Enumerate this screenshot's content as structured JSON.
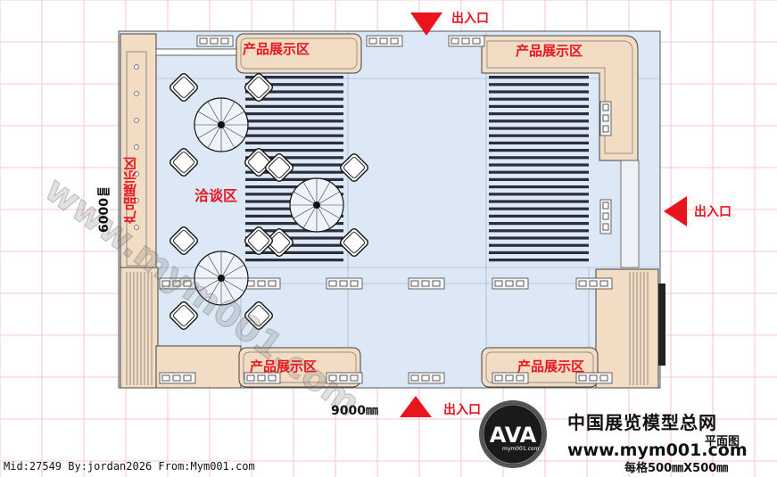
{
  "zones": {
    "display_top_left": "产品展示区",
    "display_top_right": "产品展示区",
    "display_left": "产品展示区",
    "display_bottom_left": "产品展示区",
    "display_bottom_right": "产品展示区",
    "negotiation": "洽谈区"
  },
  "entrances": {
    "top": "出入口",
    "right": "出入口",
    "bottom": "出入口"
  },
  "dimensions": {
    "width": "9000㎜",
    "height": "6000㎜"
  },
  "watermark": "www.mym001.com",
  "brand": {
    "logo_text": "AVA",
    "logo_subtext": "mym001.com",
    "name": "中国展览模型总网",
    "url": "www.mym001.com",
    "plan_label": "平面图",
    "grid_note": "每格500㎜X500㎜"
  },
  "footer": "Mid:27549 By:jordan2026 From:Mym001.com",
  "colors": {
    "accent_red": "#e8141e",
    "floor_blue": "#dce8f6",
    "booth_tan": "#f3dcc4",
    "grid_pink": "#f2b8c6"
  }
}
